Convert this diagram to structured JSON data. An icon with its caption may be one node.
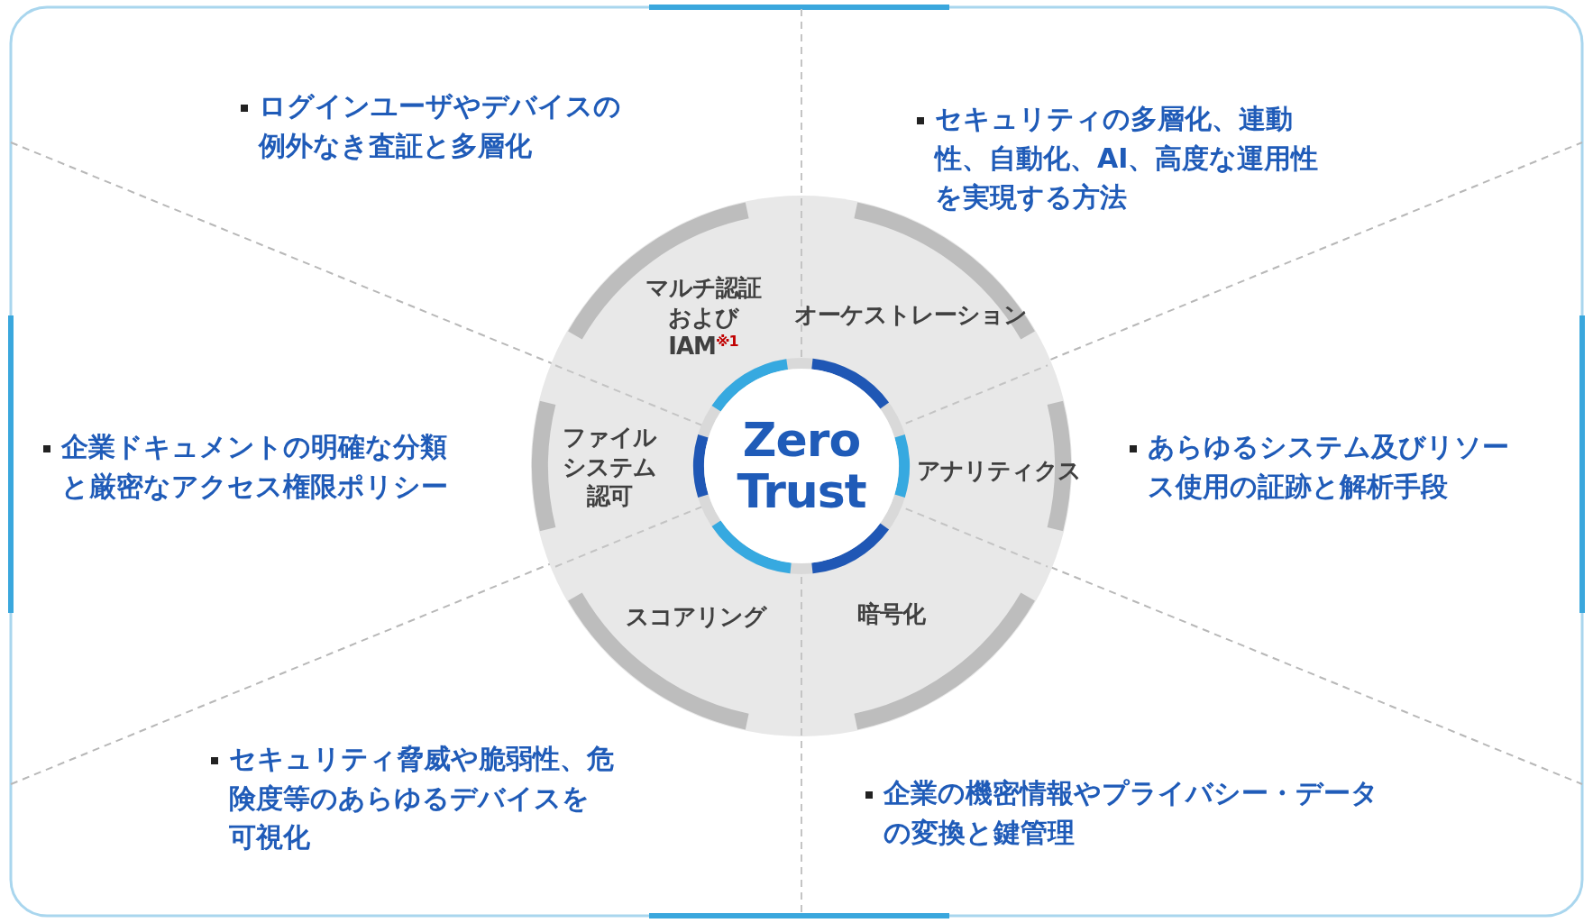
{
  "diagram": {
    "nodes": [
      {
        "text": [
          "Zero Trust"
        ]
      },
      {
        "text": [
          "マルチ認証およびIAM$^{※1}$"
        ]
      },
      {
        "text": [
          "オーケストレーション"
        ]
      },
      {
        "text": [
          "ファイルシステム認可"
        ]
      },
      {
        "text": [
          "アナリティクス"
        ]
      },
      {
        "text": [
          "スコアリング"
        ]
      },
      {
        "text": [
          "暗号化"
        ]
      }
    ],
    "labels": [
      "ログインユーザやデバイスの例外なき査証と多層化",
      "セキュリティの多層化、連動性、自動化、AI、高度な運用性を実現する方法",
      "企業ドキュメントの明確な分類と厳密なアクセス権限ポリシー",
      "あらゆるシステム及びリソース使用の証跡と解析手段",
      "セキュリティ脅威や脆弱性、危険度等のあらゆるデバイスを可視化",
      "企業の機密情報やプライバシー・データの変換と鍵管理"
    ]
  }
}
